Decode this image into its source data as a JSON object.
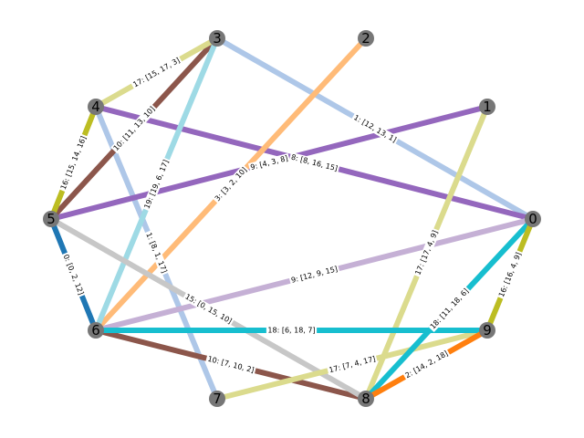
{
  "nodes": [
    {
      "id": "0",
      "label": "0"
    },
    {
      "id": "1",
      "label": "1"
    },
    {
      "id": "2",
      "label": "2"
    },
    {
      "id": "3",
      "label": "3"
    },
    {
      "id": "4",
      "label": "4"
    },
    {
      "id": "5",
      "label": "5"
    },
    {
      "id": "6",
      "label": "6"
    },
    {
      "id": "7",
      "label": "7"
    },
    {
      "id": "8",
      "label": "8"
    },
    {
      "id": "9",
      "label": "9"
    }
  ],
  "edges": [
    {
      "source": "3",
      "target": "0",
      "label": "1: [12, 13, 1]",
      "color": "#aec7e8"
    },
    {
      "source": "4",
      "target": "7",
      "label": "1: [8, 1, 17]",
      "color": "#aec7e8"
    },
    {
      "source": "4",
      "target": "0",
      "label": "8: [8, 16, 15]",
      "color": "#9467bd"
    },
    {
      "source": "5",
      "target": "1",
      "label": "9: [4, 3, 8]",
      "color": "#9467bd"
    },
    {
      "source": "6",
      "target": "0",
      "label": "9: [12, 9, 15]",
      "color": "#c5b0d5"
    },
    {
      "source": "6",
      "target": "2",
      "label": "3: [3, 2, 10]",
      "color": "#ffbb78"
    },
    {
      "source": "5",
      "target": "3",
      "label": "10: [11, 13, 10]",
      "color": "#8c564b"
    },
    {
      "source": "6",
      "target": "8",
      "label": "10: [7, 10, 2]",
      "color": "#8c564b"
    },
    {
      "source": "6",
      "target": "3",
      "label": "19: [19, 6, 17]",
      "color": "#9edae5"
    },
    {
      "source": "5",
      "target": "8",
      "label": "15: [0, 15, 10]",
      "color": "#c7c7c7"
    },
    {
      "source": "8",
      "target": "1",
      "label": "17: [17, 4, 9]",
      "color": "#dbdb8d"
    },
    {
      "source": "4",
      "target": "3",
      "label": "17: [15, 17, 3]",
      "color": "#dbdb8d"
    },
    {
      "source": "7",
      "target": "9",
      "label": "17: [7, 4, 17]",
      "color": "#dbdb8d"
    },
    {
      "source": "6",
      "target": "9",
      "label": "18: [6, 18, 7]",
      "color": "#17becf"
    },
    {
      "source": "8",
      "target": "0",
      "label": "18: [11, 18, 6]",
      "color": "#17becf"
    },
    {
      "source": "5",
      "target": "4",
      "label": "16: [15, 14, 16]",
      "color": "#bcbd22"
    },
    {
      "source": "0",
      "target": "9",
      "label": "16: [16, 4, 9]",
      "color": "#bcbd22"
    },
    {
      "source": "5",
      "target": "6",
      "label": "0: [0, 2, 12]",
      "color": "#1f77b4"
    },
    {
      "source": "8",
      "target": "9",
      "label": "2: [14, 2, 18]",
      "color": "#ff7f0e"
    }
  ],
  "node_color": "#777777"
}
